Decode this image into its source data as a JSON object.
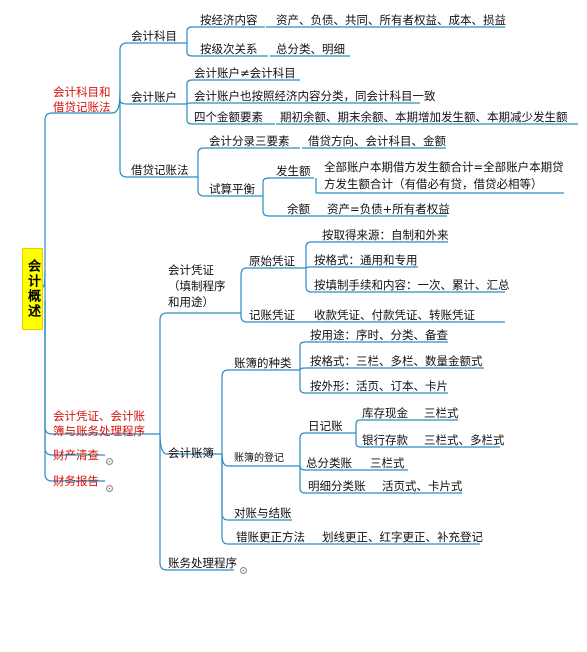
{
  "root": "会计概述",
  "branches": {
    "b1": "会计科目和借贷记账法",
    "b2": "会计凭证、会计账簿与账务处理程序",
    "b3": "财产清查",
    "b4": "财务报告"
  },
  "b1": {
    "kemu": {
      "label": "会计科目",
      "by_content": {
        "label": "按经济内容",
        "value": "资产、负债、共同、所有者权益、成本、损益"
      },
      "by_level": {
        "label": "按级次关系",
        "value": "总分类、明细"
      }
    },
    "zhanghu": {
      "label": "会计账户",
      "items": [
        "会计账户≠会计科目",
        "会计账户也按照经济内容分类，同会计科目一致"
      ],
      "four": {
        "label": "四个金额要素",
        "value": "期初余额、期末余额、本期增加发生额、本期减少发生额"
      }
    },
    "jiedai": {
      "label": "借贷记账法",
      "fenlu": {
        "label": "会计分录三要素",
        "value": "借贷方向、会计科目、金额"
      },
      "shisuan": {
        "label": "试算平衡",
        "fasheng": {
          "label": "发生额",
          "value_line1": "全部账户本期借方发生额合计=全部账户本期贷",
          "value_line2": "方发生额合计（有借必有贷，借贷必相等）"
        },
        "yue": {
          "label": "余额",
          "value": "资产=负债+所有者权益"
        }
      }
    }
  },
  "b2": {
    "pingzheng": {
      "label_lines": [
        "会计凭证",
        "（填制程序",
        "和用途）"
      ],
      "yuanshi": {
        "label": "原始凭证",
        "items": [
          {
            "label": "按取得来源：",
            "value": "自制和外来"
          },
          {
            "label": "按格式：",
            "value": "通用和专用"
          },
          {
            "label": "按填制手续和内容：",
            "value": "一次、累计、汇总"
          }
        ]
      },
      "jizhang": {
        "label": "记账凭证",
        "value": "收款凭证、付款凭证、转账凭证"
      }
    },
    "zhangbu": {
      "label": "会计账簿",
      "zhonglei": {
        "label": "账簿的种类",
        "items": [
          {
            "label": "按用途：",
            "value": "序时、分类、备查"
          },
          {
            "label": "按格式：",
            "value": "三栏、多栏、数量金额式"
          },
          {
            "label": "按外形：",
            "value": "活页、订本、卡片"
          }
        ]
      },
      "dengji": {
        "label": "账簿的登记",
        "rijizhang": {
          "label": "日记账",
          "items": [
            {
              "label": "库存现金",
              "value": "三栏式"
            },
            {
              "label": "银行存款",
              "value": "三栏式、多栏式"
            }
          ]
        },
        "zongzhang": {
          "label": "总分类账",
          "value": "三栏式"
        },
        "mingxi": {
          "label": "明细分类账",
          "value": "活页式、卡片式"
        }
      },
      "duizhang": "对账与结账",
      "gengzheng": {
        "label": "错账更正方法",
        "value": "划线更正、红字更正、补充登记"
      }
    },
    "chengxu": "账务处理程序"
  }
}
